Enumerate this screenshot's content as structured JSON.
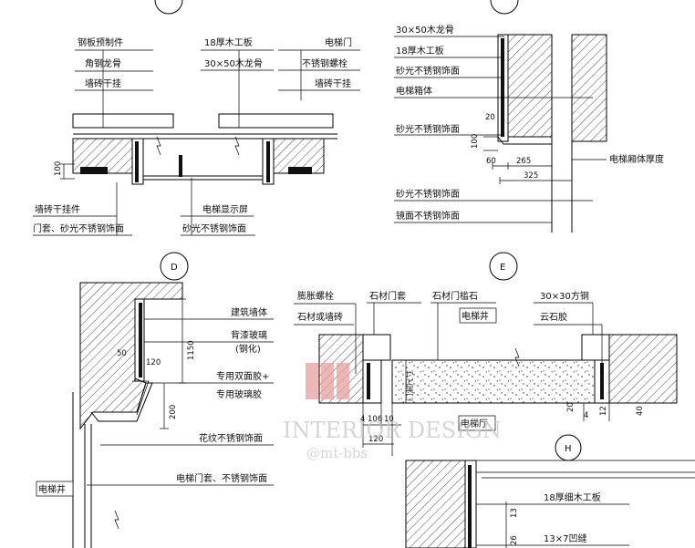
{
  "top_left": {
    "labels": [
      "钢板预制件",
      "角钢龙骨",
      "墙砖干挂",
      "18厚木工板",
      "30×50木龙骨",
      "电梯门",
      "不锈钢螺栓",
      "墙砖干挂",
      "墙砖干挂件",
      "门套、砂光不锈钢饰面",
      "电梯显示屏",
      "砂光不锈钢饰面"
    ],
    "dim": "100"
  },
  "top_right": {
    "labels": [
      "30×50木龙骨",
      "18厚木工板",
      "砂光不锈钢饰面",
      "电梯箱体",
      "砂光不锈钢饰面",
      "电梯厢体厚度",
      "砂光不锈钢饰面",
      "镜面不锈钢饰面"
    ],
    "dims": [
      "20",
      "100",
      "60",
      "265",
      "325"
    ]
  },
  "section_d": {
    "marker": "D",
    "labels": [
      "建筑墙体",
      "背漆玻璃",
      "(钢化)",
      "专用双面胶+",
      "专用玻璃胶",
      "花纹不锈钢饰面",
      "电梯门套、不锈钢饰面",
      "电梯井"
    ],
    "dims": [
      "1150",
      "50",
      "120",
      "200"
    ]
  },
  "section_e": {
    "marker": "E",
    "labels": [
      "膨胀螺栓",
      "石材或墙砖",
      "石材门套",
      "石材门槛石",
      "电梯井",
      "30×30方钢",
      "云石胶",
      "门洞尺寸",
      "电梯厅"
    ],
    "dims": [
      "4",
      "106",
      "10",
      "120",
      "20",
      "4",
      "12",
      "40"
    ]
  },
  "section_h": {
    "marker": "H",
    "labels": [
      "18厚细木工板",
      "13×7凹缝"
    ],
    "dims": [
      "13",
      "26"
    ]
  },
  "watermark": {
    "line1": "INTERIOR DESIGN",
    "line2": "@mt-bbs"
  }
}
